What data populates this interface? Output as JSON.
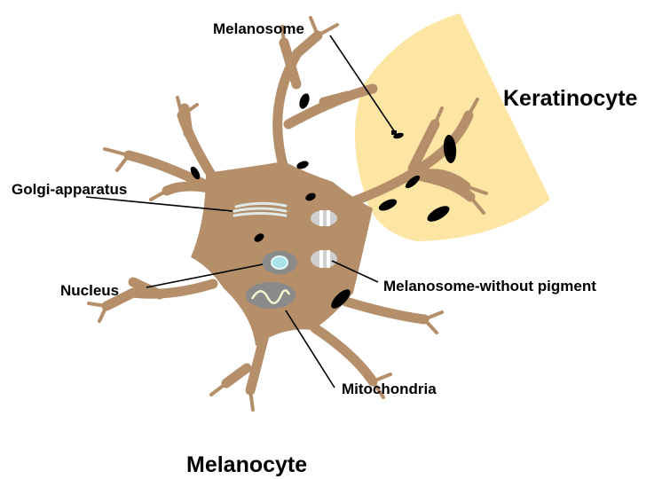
{
  "labels": {
    "melanosome": "Melanosome",
    "keratinocyte": "Keratinocyte",
    "golgi": "Golgi-apparatus",
    "nucleus": "Nucleus",
    "melanosome_without_pigment": "Melanosome-without pigment",
    "mitochondria": "Mitochondria",
    "melanocyte": "Melanocyte"
  },
  "colors": {
    "cell_body": "#b58f6a",
    "keratinocyte": "#fde6a3",
    "pigment": "#000000",
    "organelle_gray": "#8a8a8a"
  }
}
